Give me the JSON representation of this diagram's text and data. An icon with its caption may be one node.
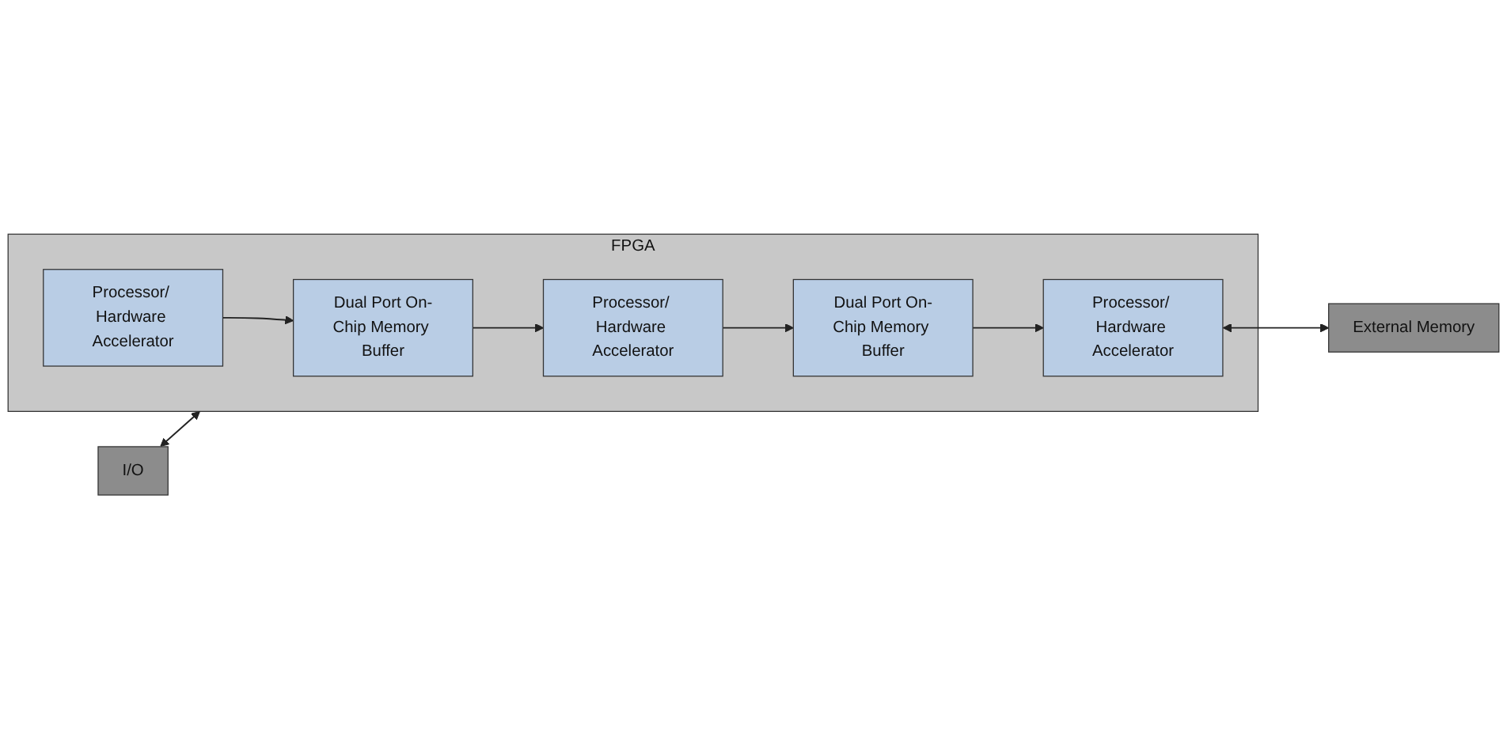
{
  "diagram": {
    "nodes": [
      {
        "text": [
          "FPGA"
        ]
      },
      {
        "text": [
          "Dual Port On-Chip Memory Buffer"
        ],
        "in": 0
      },
      {
        "text": [
          "Dual Port On-Chip Memory Buffer"
        ],
        "in": 0
      },
      {
        "text": [
          "I/O"
        ]
      },
      {
        "text": [
          "Processor/ Hardware Accelerator"
        ],
        "in": 0
      },
      {
        "text": [
          "Processor/ Hardware Accelerator"
        ],
        "in": 0
      },
      {
        "text": [
          "Processor/ Hardware Accelerator"
        ],
        "in": 0
      },
      {
        "text": [
          "External Memory"
        ]
      }
    ],
    "edges": [
      {
        "from": 3,
        "to": 0,
        "arrow": "both"
      },
      {
        "from": 4,
        "to": 1,
        "arrow": "to"
      },
      {
        "from": 1,
        "to": 5,
        "arrow": "to"
      },
      {
        "from": 5,
        "to": 2,
        "arrow": "to"
      },
      {
        "from": 2,
        "to": 6,
        "arrow": "to"
      },
      {
        "from": 6,
        "to": 7,
        "arrow": "both"
      }
    ]
  }
}
